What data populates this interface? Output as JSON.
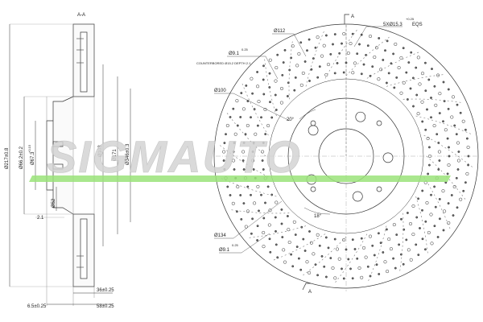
{
  "section_label": "A-A",
  "section_marker": "A",
  "watermark": {
    "text": "SIGMAUTO",
    "color": "#d4d4d4",
    "stripe_color": "#9be37a"
  },
  "left_view": {
    "outer_diameter": "Ø217±0.8",
    "hub_diameter": "Ø66.2±0.2",
    "inner_bore": "Ø67.3",
    "inner_bore_tol": "+0.15",
    "center_bore": "Ø103",
    "disc_face_1": "Ø171",
    "disc_face_2": "Ø346±0.3",
    "step_value": "Ø52",
    "step_small": "2.1",
    "width_1": "36±0.25",
    "width_2": "58±0.25",
    "offset": "6.5±0.25"
  },
  "right_view": {
    "bolt_pattern": "5XØ15.3",
    "bolt_tol": "+0.25",
    "eqs": "EQS",
    "hole_counterbore": "Ø9.1",
    "hole_counterbore_tol": "0.25",
    "counterbore_note": "COUNTERBORED Ø15.2 DEPTH 2.1",
    "d_112": "Ø112",
    "d_100": "Ø100",
    "angle_20": "20°",
    "angle_18": "18°",
    "d_134": "Ø134",
    "hole_bottom": "Ø9.1",
    "hole_bottom_tol": "0.25"
  },
  "colors": {
    "line": "#333333",
    "hatch": "#555555",
    "dot_fill": "#666666"
  }
}
